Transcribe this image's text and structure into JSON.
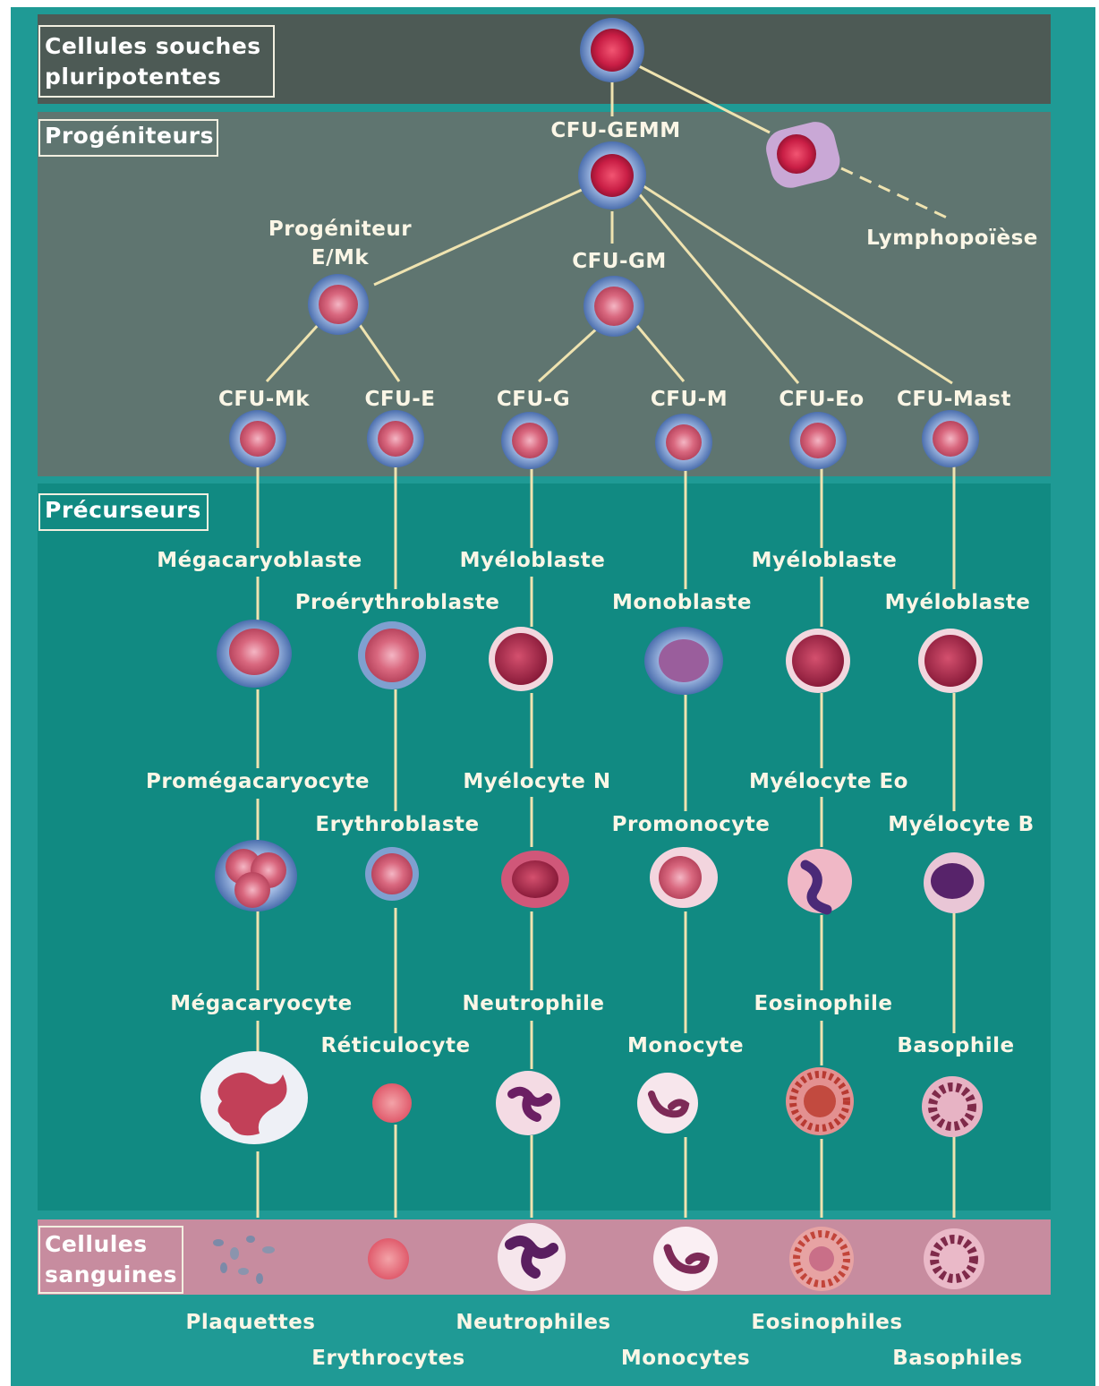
{
  "sections": {
    "stem": [
      "Cellules souches",
      "pluripotentes"
    ],
    "progenitors": "Progéniteurs",
    "precursors": "Précurseurs",
    "blood": [
      "Cellules",
      "sanguines"
    ]
  },
  "labels": {
    "cfu_gemm": "CFU-GEMM",
    "lymphopoiesis": "Lymphopoïèse",
    "prog_emk": [
      "Progéniteur",
      "E/Mk"
    ],
    "cfu_gm": "CFU-GM",
    "cfu_mk": "CFU-Mk",
    "cfu_e": "CFU-E",
    "cfu_g": "CFU-G",
    "cfu_m": "CFU-M",
    "cfu_eo": "CFU-Eo",
    "cfu_mast": "CFU-Mast",
    "megacaryoblaste": "Mégacaryoblaste",
    "proerythroblaste": "Proérythroblaste",
    "myeloblaste_n": "Myéloblaste",
    "monoblaste": "Monoblaste",
    "myeloblaste_eo": "Myéloblaste",
    "myeloblaste_b": "Myéloblaste",
    "promegacaryocyte": "Promégacaryocyte",
    "erythroblaste": "Erythroblaste",
    "myelocyte_n": "Myélocyte N",
    "promonocyte": "Promonocyte",
    "myelocyte_eo": "Myélocyte Eo",
    "myelocyte_b": "Myélocyte B",
    "megacaryocyte": "Mégacaryocyte",
    "reticulocyte": "Réticulocyte",
    "neutrophile": "Neutrophile",
    "monocyte": "Monocyte",
    "eosinophile": "Eosinophile",
    "basophile": "Basophile"
  },
  "blood_cells": {
    "plaquettes": "Plaquettes",
    "erythrocytes": "Erythrocytes",
    "neutrophiles": "Neutrophiles",
    "monocytes": "Monocytes",
    "eosinophiles": "Eosinophiles",
    "basophiles": "Basophiles"
  },
  "colors": {
    "frame": "#1f9a95",
    "stem_band": "#4d5a55",
    "progenitor_band": "#5f7570",
    "precursor_band": "#118a82",
    "blood_band": "#c78c9f",
    "label_text": "#fbf6e6",
    "connector": "#efe3b0"
  }
}
